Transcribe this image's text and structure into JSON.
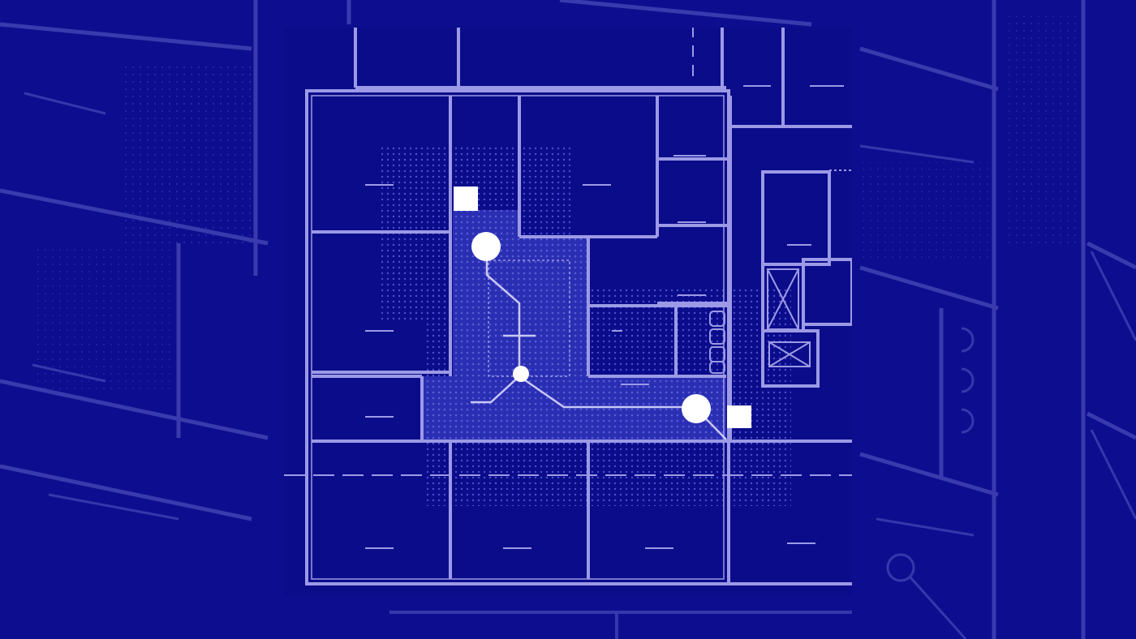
{
  "palette": {
    "background": "#0d0e8f",
    "panel": "#0b0c8a",
    "wall": "#9c9ae6",
    "wall_dim": "#5556c4",
    "highlight_fill": "#2b2fb3",
    "node": "#ffffff"
  },
  "icons": {
    "marker_square": "square-marker-icon",
    "marker_node_large": "circle-node-icon",
    "marker_node_small": "circle-junction-icon"
  },
  "diagram": {
    "type": "floor-plan-network",
    "nodes": [
      {
        "id": "square-marker-top",
        "shape": "square"
      },
      {
        "id": "node-large-top",
        "shape": "circle-large"
      },
      {
        "id": "junction-center",
        "shape": "circle-small"
      },
      {
        "id": "node-large-right",
        "shape": "circle-large"
      },
      {
        "id": "square-marker-right",
        "shape": "square"
      }
    ],
    "edges": [
      [
        "node-large-top",
        "junction-center"
      ],
      [
        "junction-center",
        "node-large-right"
      ],
      [
        "node-large-right",
        "square-marker-right"
      ]
    ]
  }
}
